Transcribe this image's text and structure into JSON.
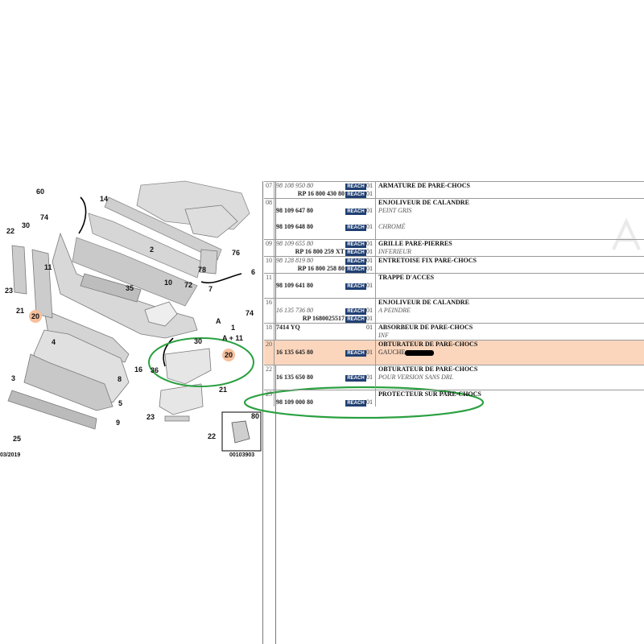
{
  "diagram": {
    "callouts": [
      "60",
      "14",
      "74",
      "22",
      "30",
      "2",
      "76",
      "11",
      "78",
      "6",
      "23",
      "21",
      "72",
      "10",
      "35",
      "7",
      "74",
      "20",
      "A",
      "1",
      "A + 11",
      "4",
      "30",
      "20",
      "16",
      "36",
      "8",
      "5",
      "21",
      "3",
      "23",
      "9",
      "22",
      "25",
      "80"
    ],
    "date": "03/2019",
    "code": "00103903"
  },
  "colors": {
    "highlight": "#fbd6bd",
    "reach": "#1f3f73",
    "circle": "#2aa040",
    "badge20": "#f6bf9c"
  },
  "rows": [
    {
      "num": "07",
      "refs": [
        [
          "98 108 950 80",
          "italic"
        ],
        [
          "RP 16 800 430 80",
          "bold-right"
        ]
      ],
      "reach": [
        "REACH",
        "REACH"
      ],
      "ind": [
        "01",
        "01"
      ],
      "title": "ARMATURE DE PARE-CHOCS",
      "sub": []
    },
    {
      "num": "08",
      "refs": [
        [
          "98 109 647 80",
          "bold"
        ],
        [
          "",
          ""
        ],
        [
          "98 109 648 80",
          "bold"
        ]
      ],
      "reach": [
        "REACH",
        "",
        "REACH"
      ],
      "ind": [
        "01",
        "",
        "01"
      ],
      "title": "ENJOLIVEUR DE CALANDRE",
      "sub": [
        "PEINT GRIS",
        "",
        "CHROMÉ"
      ]
    },
    {
      "num": "09",
      "refs": [
        [
          "98 109 655 80",
          "italic"
        ],
        [
          "RP 16 800 259 XT",
          "bold-right"
        ]
      ],
      "reach": [
        "REACH",
        "REACH"
      ],
      "ind": [
        "01",
        "01"
      ],
      "title": "GRILLE PARE-PIERRES",
      "sub": [
        "INFERIEUR"
      ]
    },
    {
      "num": "10",
      "refs": [
        [
          "98 128 819 80",
          "italic"
        ],
        [
          "RP 16 800 258 80",
          "bold-right"
        ]
      ],
      "reach": [
        "REACH",
        "REACH"
      ],
      "ind": [
        "01",
        "01"
      ],
      "title": "ENTRETOISE FIX PARE-CHOCS",
      "sub": []
    },
    {
      "num": "11",
      "refs": [
        [
          "98 109 641 80",
          "bold"
        ]
      ],
      "reach": [
        "REACH"
      ],
      "ind": [
        "01"
      ],
      "title": "TRAPPE D'ACCES",
      "sub": []
    },
    {
      "num": "16",
      "refs": [
        [
          "16 135 736 80",
          "italic"
        ],
        [
          "RP 1680025517",
          "bold-right"
        ]
      ],
      "reach": [
        "REACH",
        "REACH"
      ],
      "ind": [
        "01",
        "01"
      ],
      "title": "ENJOLIVEUR DE CALANDRE",
      "sub": [
        "A PEINDRE"
      ]
    },
    {
      "num": "18",
      "refs": [
        [
          "7414 YQ",
          "bold"
        ]
      ],
      "reach": [
        ""
      ],
      "ind": [
        "01"
      ],
      "title": "ABSORBEUR DE PARE-CHOCS",
      "sub": [
        "INF"
      ]
    },
    {
      "num": "20",
      "refs": [
        [
          "16 135 645 80",
          "bold"
        ]
      ],
      "reach": [
        "REACH"
      ],
      "ind": [
        "01"
      ],
      "title": "OBTURATEUR DE PARE-CHOCS",
      "sub": [
        "GAUCHE"
      ]
    },
    {
      "num": "22",
      "refs": [
        [
          "16 135 650 80",
          "bold"
        ]
      ],
      "reach": [
        "REACH"
      ],
      "ind": [
        "01"
      ],
      "title": "OBTURATEUR DE PARE-CHOCS",
      "sub": [
        "POUR VERSION SANS DRL"
      ]
    },
    {
      "num": "25",
      "refs": [
        [
          "98 109 000 80",
          "bold"
        ]
      ],
      "reach": [
        "REACH"
      ],
      "ind": [
        "01"
      ],
      "title": "PROTECTEUR SUR PARE-CHOCS",
      "sub": []
    }
  ]
}
